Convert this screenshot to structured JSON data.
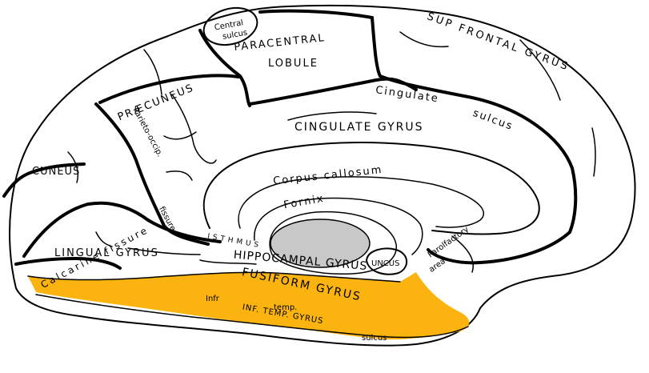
{
  "labels": {
    "central_sulcus_1": "Central",
    "central_sulcus_2": "sulcus",
    "paracentral_1": "PARACENTRAL",
    "paracentral_2": "LOBULE",
    "sup_frontal": "SUP   FRONTAL   GYRUS",
    "praecuneus": "PRÆCUNEUS",
    "parieto_occip": "Parieto-occip.",
    "cingulate_sulcus_1": "Cingulate",
    "cingulate_sulcus_2": "sulcus",
    "cingulate_gyrus": "CINGULATE GYRUS",
    "cuneus": "CUNEUS",
    "corpus_callosum": "Corpus callosum",
    "fornix": "Fornix",
    "calcarine": "Calcarine fissure",
    "fissure": "fissure",
    "isthmus": "ISTHMUS",
    "parolfactory_1": "Parolfactory",
    "parolfactory_2": "area",
    "lingual": "LINGUAL GYRUS",
    "hippocampal": "HIPPOCAMPAL GYRUS",
    "uncus": "UNCUS",
    "fusiform": "FUSIFORM GYRUS",
    "infr": "Infr",
    "temp": "temp.",
    "inf_temp_gyrus": "INF. TEMP. GYRUS",
    "sulcus": "sulcus"
  },
  "colors": {
    "fusiform_highlight": "#FBB40F",
    "thalamus_gray": "#C8C8C8"
  }
}
